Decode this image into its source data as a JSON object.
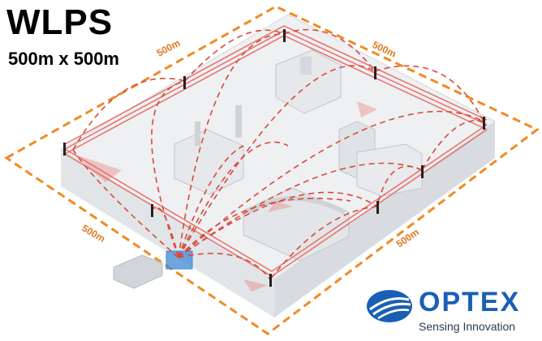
{
  "title": "WLPS",
  "subtitle": "500m x 500m",
  "dimensions": {
    "top": "500m",
    "right_top": "500m",
    "left": "500m",
    "bottom": "500m"
  },
  "brand": {
    "name": "OPTEX",
    "tagline": "Sensing Innovation"
  },
  "colors": {
    "boundary": "#f08a24",
    "beam": "#e8706a",
    "link": "#d94a3a",
    "brand": "#1a5fb4",
    "hub": "#4a90d9"
  }
}
